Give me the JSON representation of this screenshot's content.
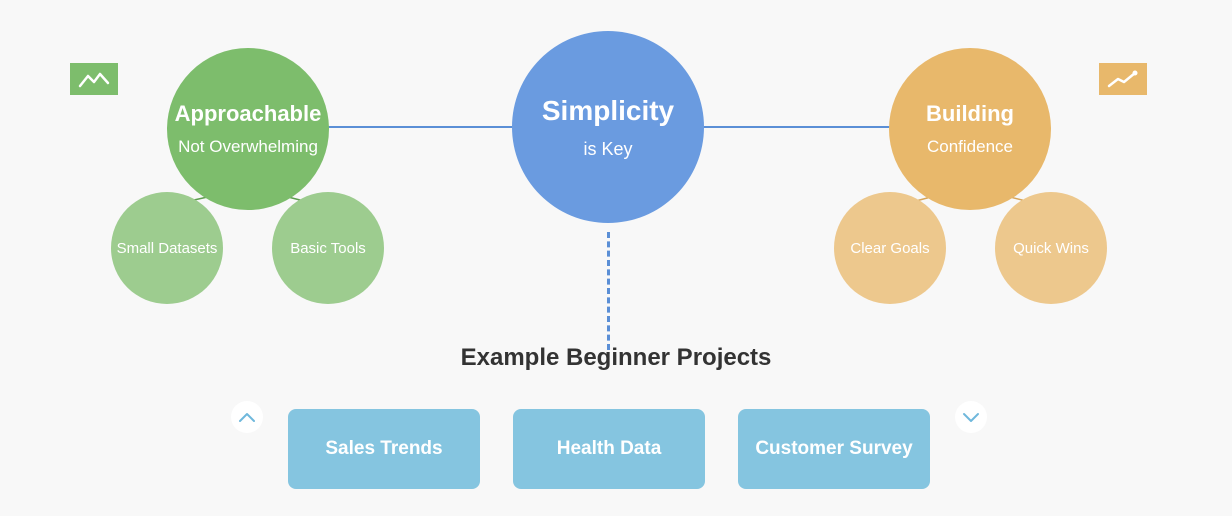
{
  "diagram": {
    "center": {
      "title": "Simplicity",
      "subtitle": "is Key"
    },
    "left": {
      "title": "Approachable",
      "subtitle": "Not Overwhelming",
      "children": [
        "Small Datasets",
        "Basic Tools"
      ],
      "icon": "line-chart-icon"
    },
    "right": {
      "title": "Building",
      "subtitle": "Confidence",
      "children": [
        "Clear Goals",
        "Quick Wins"
      ],
      "icon": "trending-up-icon"
    }
  },
  "projects": {
    "heading": "Example Beginner Projects",
    "items": [
      "Sales Trends",
      "Health Data",
      "Customer Survey"
    ],
    "prev_icon": "chevron-up-icon",
    "next_icon": "chevron-down-icon"
  },
  "colors": {
    "center": "#6a9be0",
    "connector": "#5b8fd6",
    "green": "#7dbd6c",
    "green_light": "#9dcc8f",
    "orange": "#e8b86b",
    "orange_light": "#edc88d",
    "card": "#85c5e0",
    "chevron": "#6fb8dc"
  }
}
